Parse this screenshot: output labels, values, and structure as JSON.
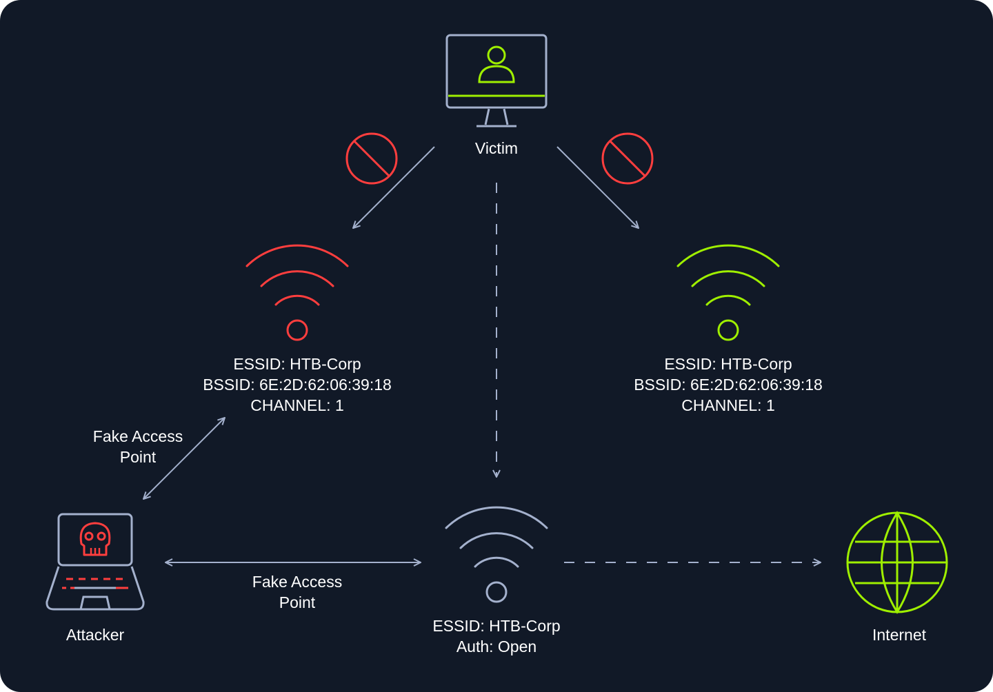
{
  "colors": {
    "background": "#111927",
    "neutral": "#a4b1cd",
    "danger": "#ff3e3e",
    "accent": "#9fef00",
    "text": "#ffffff"
  },
  "victim": {
    "label": "Victim",
    "icon": "monitor-user-icon"
  },
  "rogue_ap": {
    "icon": "wifi-icon",
    "lines": [
      "ESSID: HTB-Corp",
      "BSSID: 6E:2D:62:06:39:18",
      "CHANNEL: 1"
    ]
  },
  "legit_ap": {
    "icon": "wifi-icon",
    "lines": [
      "ESSID: HTB-Corp",
      "BSSID: 6E:2D:62:06:39:18",
      "CHANNEL: 1"
    ]
  },
  "open_ap": {
    "icon": "wifi-icon",
    "lines": [
      "ESSID: HTB-Corp",
      "Auth: Open"
    ]
  },
  "attacker": {
    "label": "Attacker",
    "icon": "laptop-skull-icon"
  },
  "internet": {
    "label": "Internet",
    "icon": "globe-icon"
  },
  "edges": {
    "attacker_to_rogue": [
      "Fake Access",
      "Point"
    ],
    "attacker_to_open": [
      "Fake Access",
      "Point"
    ]
  },
  "blocked_icon": "no-entry-icon"
}
